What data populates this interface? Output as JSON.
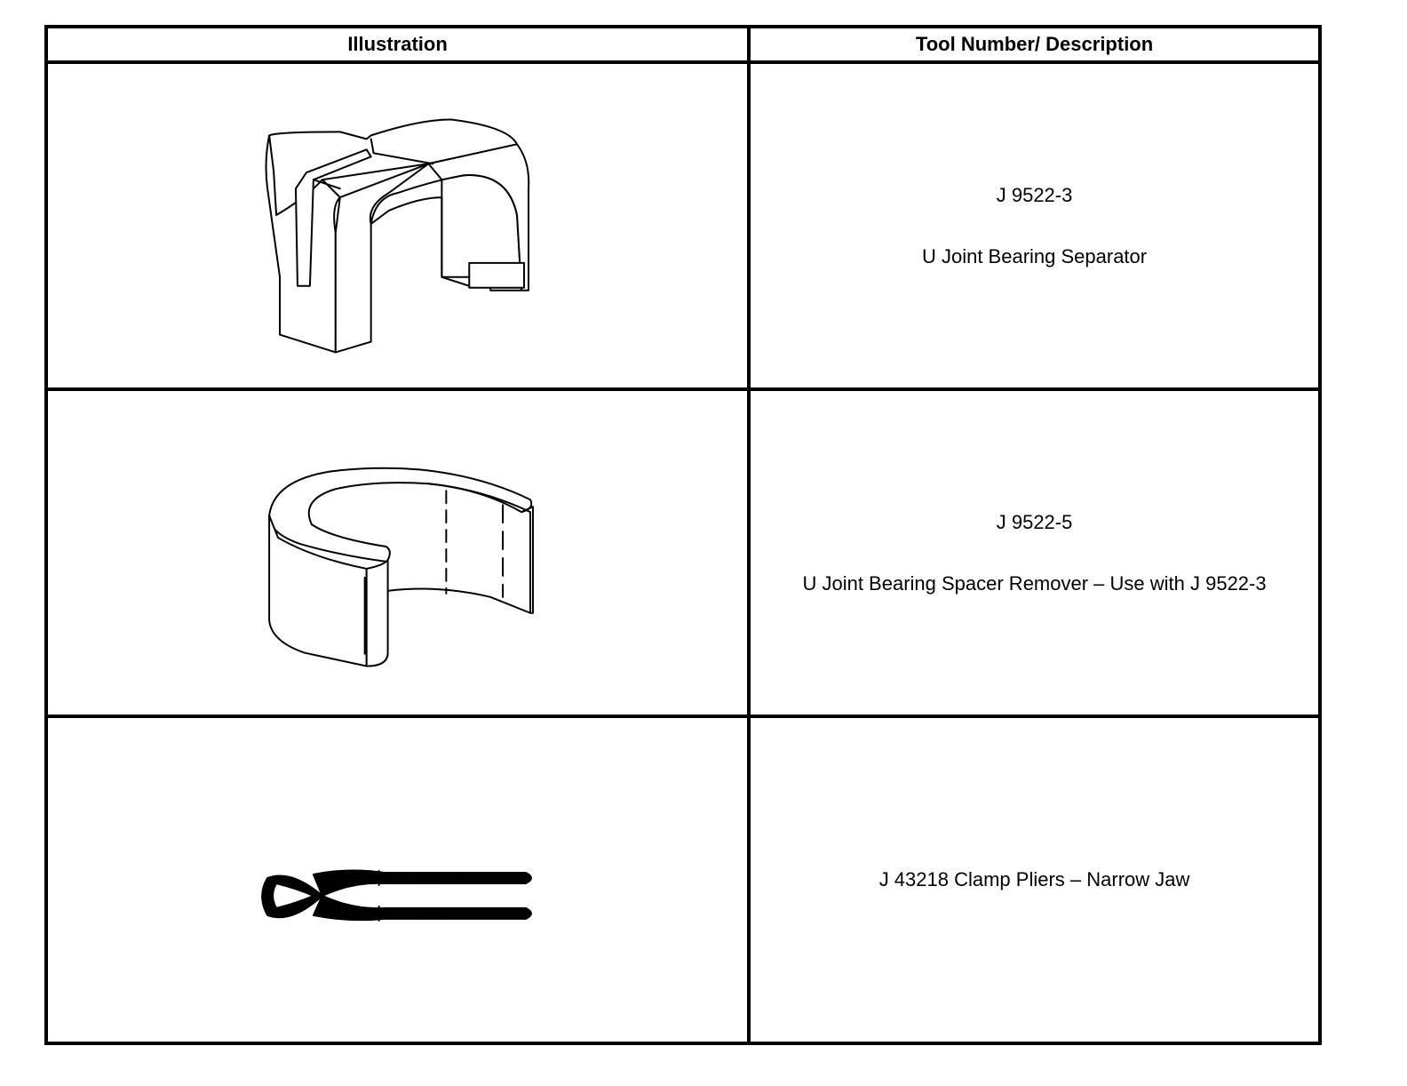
{
  "table": {
    "headers": {
      "illustration": "Illustration",
      "description": "Tool Number/ Description"
    },
    "rows": [
      {
        "icon": "u-joint-bearing-separator-drawing",
        "tool_number": "J 9522-3",
        "description": "U Joint Bearing Separator"
      },
      {
        "icon": "u-joint-bearing-spacer-remover-drawing",
        "tool_number": "J 9522-5",
        "description": "U Joint Bearing Spacer Remover – Use with J 9522-3"
      },
      {
        "icon": "clamp-pliers-drawing",
        "combined": "J 43218 Clamp Pliers – Narrow Jaw"
      }
    ]
  }
}
